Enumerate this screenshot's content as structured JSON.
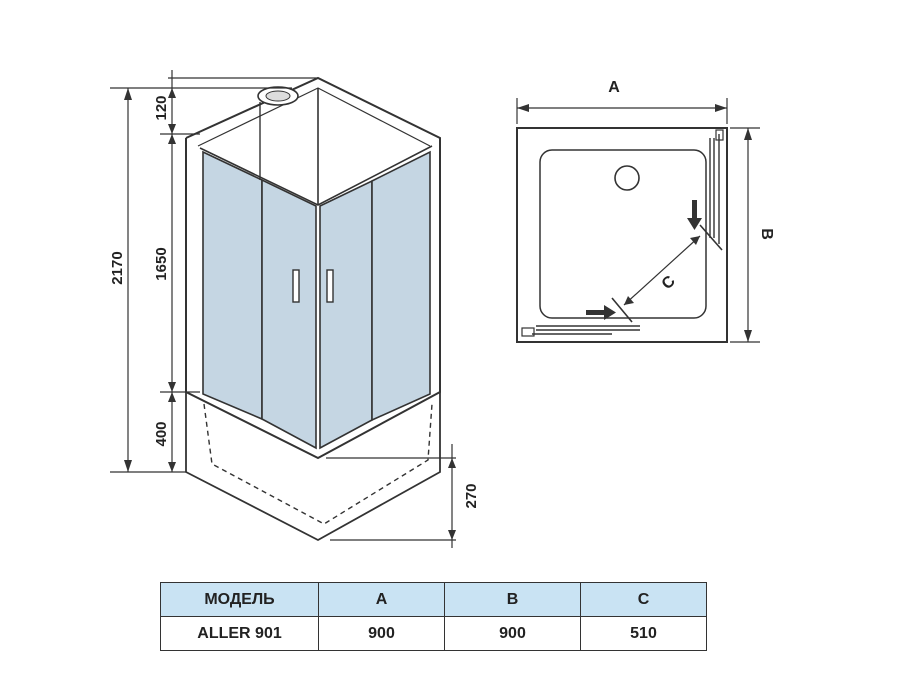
{
  "dimensions": {
    "total_height": "2170",
    "top": "120",
    "glass": "1650",
    "tray": "400",
    "tray_depth": "270"
  },
  "plan": {
    "label_a": "A",
    "label_b": "B",
    "label_c": "C"
  },
  "table": {
    "headers": [
      "МОДЕЛЬ",
      "A",
      "B",
      "C"
    ],
    "rows": [
      [
        "ALLER 901",
        "900",
        "900",
        "510"
      ]
    ]
  },
  "colors": {
    "glass": "#c5d6e3",
    "line": "#333333",
    "header_bg": "#c9e3f3"
  }
}
